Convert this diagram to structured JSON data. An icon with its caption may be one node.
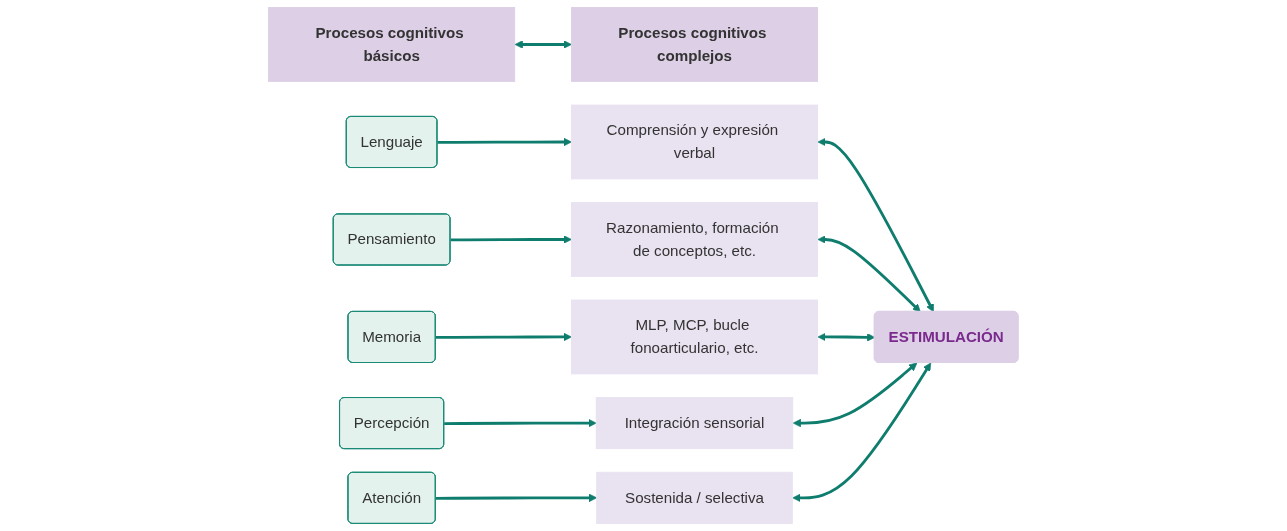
{
  "diagram": {
    "nodes": [
      {
        "text": [
          "Procesos cognitivos complejos"
        ]
      },
      {
        "text": [
          "Lenguaje"
        ]
      },
      {
        "text": [
          "Pensamiento"
        ]
      },
      {
        "text": [
          "Comprensión y expresión verbal"
        ]
      },
      {
        "text": [
          "Razonamiento, formación de conceptos, etc."
        ]
      },
      {
        "text": [
          "Procesos cognitivos básicos"
        ]
      },
      {
        "text": [
          "Memoria"
        ]
      },
      {
        "text": [
          "Percepción"
        ]
      },
      {
        "text": [
          "Atención"
        ]
      },
      {
        "text": [
          "MLP, MCP, bucle fonoarticulario, etc."
        ]
      },
      {
        "text": [
          "Integración sensorial"
        ]
      },
      {
        "text": [
          "Sostenida / selectiva"
        ]
      },
      {
        "text": [
          "ESTIMULACIÓN"
        ]
      }
    ],
    "edges": [
      {
        "from": 0,
        "to": 5,
        "arrow": "both"
      },
      {
        "from": 1,
        "to": 3,
        "arrow": "to"
      },
      {
        "from": 2,
        "to": 4,
        "arrow": "to"
      },
      {
        "from": 6,
        "to": 9,
        "arrow": "to"
      },
      {
        "from": 7,
        "to": 10,
        "arrow": "to"
      },
      {
        "from": 8,
        "to": 11,
        "arrow": "to"
      },
      {
        "from": 12,
        "to": 3,
        "arrow": "both"
      },
      {
        "from": 12,
        "to": 4,
        "arrow": "both"
      },
      {
        "from": 12,
        "to": 9,
        "arrow": "both"
      },
      {
        "from": 12,
        "to": 10,
        "arrow": "both"
      },
      {
        "from": 12,
        "to": 11,
        "arrow": "both"
      }
    ]
  }
}
